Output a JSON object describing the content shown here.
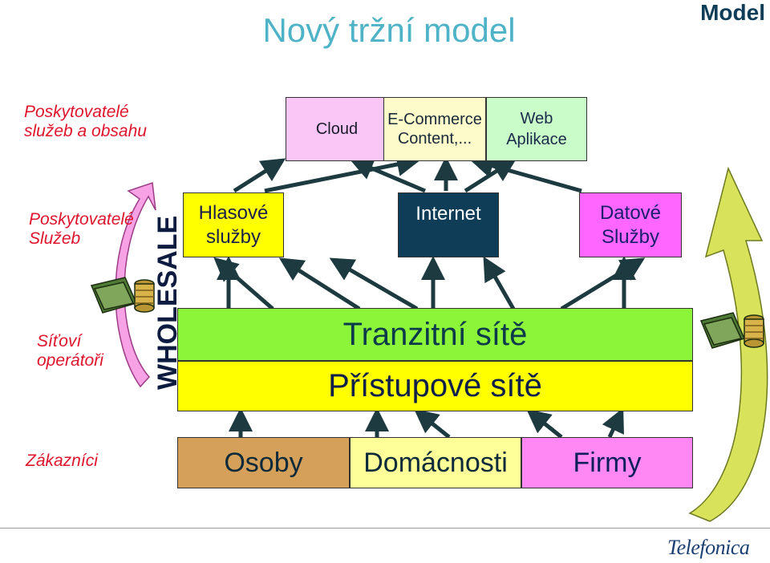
{
  "header": {
    "title": "Nový tržní model",
    "corner_label": "Model"
  },
  "side_labels": {
    "content_providers_line1": "Poskytovatelé",
    "content_providers_line2": "služeb a obsahu",
    "service_providers_line1": "Poskytovatelé",
    "service_providers_line2": "Služeb",
    "network_operators_line1": "Síťoví",
    "network_operators_line2": "operátoři",
    "customers": "Zákazníci"
  },
  "vertical_label": "WHOLESALE",
  "content_boxes": {
    "cloud": "Cloud",
    "ecommerce_line1": "E-Commerce",
    "ecommerce_line2": "Content,...",
    "web_line1": "Web",
    "web_line2": "Aplikace"
  },
  "service_boxes": {
    "voice_line1": "Hlasové",
    "voice_line2": "služby",
    "internet": "Internet",
    "data_line1": "Datové",
    "data_line2": "Služby"
  },
  "networks": {
    "transit": "Tranzitní sítě",
    "access": "Přístupové sítě"
  },
  "customers": {
    "people": "Osoby",
    "households": "Domácnosti",
    "companies": "Firmy"
  },
  "footer": {
    "logo": "Telefonica"
  },
  "colors": {
    "title": "#4fb3c8",
    "red_labels": "#e0142c",
    "cloud": "#f9c6f5",
    "ecommerce": "#fdfbc9",
    "web": "#c9fcc9",
    "voice": "#ffff00",
    "internet": "#0f3d57",
    "data": "#ff66ff",
    "transit": "#8cf53a",
    "access": "#ffff00",
    "people": "#d4a05a",
    "households": "#ffff9a",
    "companies": "#ff88f5"
  },
  "icons": [
    "money-stack-icon-left",
    "money-stack-icon-right",
    "curved-arrow-left",
    "curved-arrow-right"
  ]
}
